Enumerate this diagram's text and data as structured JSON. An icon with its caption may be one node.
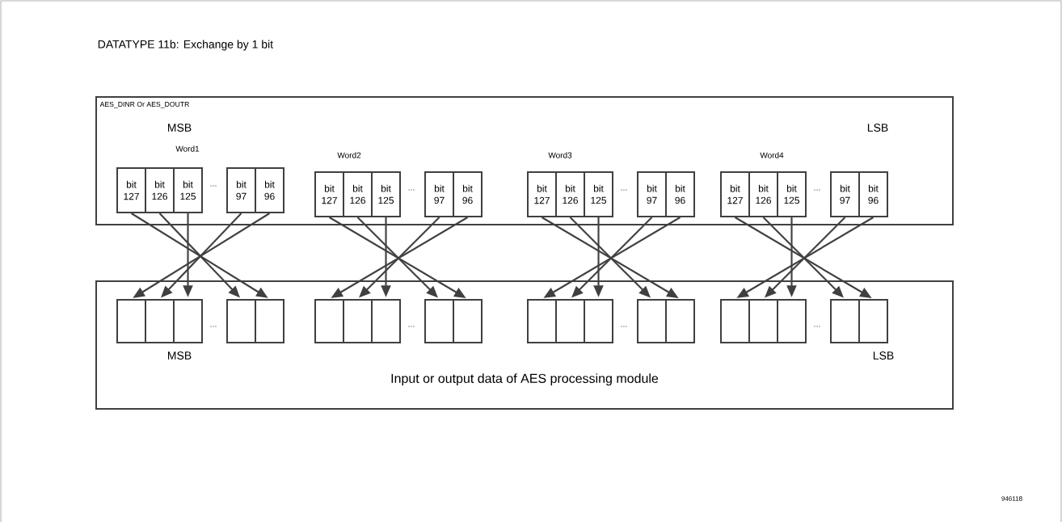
{
  "diagram": {
    "title": "DATATYPE 11b: Exchange by 1 bit",
    "nodes": [
      {
        "text": [
          "AES_DINR Or AES_DOUTR"
        ]
      },
      {
        "text": [
          "bit 127"
        ],
        "in": 0
      },
      {
        "text": [
          "bit 126"
        ],
        "in": 0
      },
      {
        "text": [
          "bit 125"
        ],
        "in": 0
      },
      {
        "text": [
          "bit 97"
        ],
        "in": 0
      },
      {
        "text": [
          "bit 96"
        ],
        "in": 0
      },
      {
        "text": [
          "bit 127"
        ],
        "in": 0
      },
      {
        "text": [
          "bit 126"
        ],
        "in": 0
      },
      {
        "text": [
          "bit 125"
        ],
        "in": 0
      },
      {
        "text": [
          "bit 97"
        ],
        "in": 0
      },
      {
        "text": [
          "bit 96"
        ],
        "in": 0
      },
      {
        "text": [
          "bit 127"
        ],
        "in": 0
      },
      {
        "text": [
          "bit 126"
        ],
        "in": 0
      },
      {
        "text": [
          "bit 125"
        ],
        "in": 0
      },
      {
        "text": [
          "bit 97"
        ],
        "in": 0
      },
      {
        "text": [
          "bit 96"
        ],
        "in": 0
      },
      {
        "text": [
          "bit 127"
        ],
        "in": 0
      },
      {
        "text": [
          "bit 126"
        ],
        "in": 0
      },
      {
        "text": [
          "bit 125"
        ],
        "in": 0
      },
      {
        "text": [
          "bit 97"
        ],
        "in": 0
      },
      {
        "text": [
          "bit 96"
        ],
        "in": 0
      },
      {
        "text": [
          "Input or output data of AES processing module"
        ]
      },
      {
        "text": [],
        "shape": "box",
        "in": 21
      },
      {
        "text": [],
        "shape": "box",
        "in": 21
      },
      {
        "text": [],
        "shape": "box",
        "in": 21
      },
      {
        "text": [],
        "shape": "box",
        "in": 21
      },
      {
        "text": [],
        "shape": "box",
        "in": 21
      },
      {
        "text": [],
        "shape": "box",
        "in": 21
      },
      {
        "text": [],
        "shape": "box",
        "in": 21
      },
      {
        "text": [],
        "shape": "box",
        "in": 21
      },
      {
        "text": [],
        "shape": "box",
        "in": 21
      },
      {
        "text": [],
        "shape": "box",
        "in": 21
      },
      {
        "text": [],
        "shape": "box",
        "in": 21
      },
      {
        "text": [],
        "shape": "box",
        "in": 21
      },
      {
        "text": [],
        "shape": "box",
        "in": 21
      },
      {
        "text": [],
        "shape": "box",
        "in": 21
      },
      {
        "text": [],
        "shape": "box",
        "in": 21
      },
      {
        "text": [],
        "shape": "box",
        "in": 21
      },
      {
        "text": [],
        "shape": "box",
        "in": 21
      },
      {
        "text": [],
        "shape": "box",
        "in": 21
      },
      {
        "text": [],
        "shape": "box",
        "in": 21
      },
      {
        "text": [],
        "shape": "box",
        "in": 21
      }
    ],
    "edges": [
      {
        "from": 1,
        "to": 26,
        "arrow": "to"
      },
      {
        "from": 2,
        "to": 25,
        "arrow": "to"
      },
      {
        "from": 3,
        "to": 24,
        "arrow": "to"
      },
      {
        "from": 4,
        "to": 23,
        "arrow": "to"
      },
      {
        "from": 5,
        "to": 22,
        "arrow": "to"
      },
      {
        "from": 6,
        "to": 31,
        "arrow": "to"
      },
      {
        "from": 7,
        "to": 30,
        "arrow": "to"
      },
      {
        "from": 8,
        "to": 29,
        "arrow": "to"
      },
      {
        "from": 9,
        "to": 28,
        "arrow": "to"
      },
      {
        "from": 10,
        "to": 27,
        "arrow": "to"
      },
      {
        "from": 11,
        "to": 36,
        "arrow": "to"
      },
      {
        "from": 12,
        "to": 35,
        "arrow": "to"
      },
      {
        "from": 13,
        "to": 34,
        "arrow": "to"
      },
      {
        "from": 14,
        "to": 33,
        "arrow": "to"
      },
      {
        "from": 15,
        "to": 32,
        "arrow": "to"
      },
      {
        "from": 16,
        "to": 41,
        "arrow": "to"
      },
      {
        "from": 17,
        "to": 40,
        "arrow": "to"
      },
      {
        "from": 18,
        "to": 39,
        "arrow": "to"
      },
      {
        "from": 19,
        "to": 38,
        "arrow": "to"
      },
      {
        "from": 20,
        "to": 37,
        "arrow": "to"
      }
    ],
    "labels": [
      "MSB",
      "LSB",
      "Word1",
      "Word2",
      "Word3",
      "Word4",
      "…",
      "…",
      "…",
      "…",
      "…",
      "…",
      "…",
      "…",
      "MSB",
      "LSB",
      "946118"
    ]
  }
}
